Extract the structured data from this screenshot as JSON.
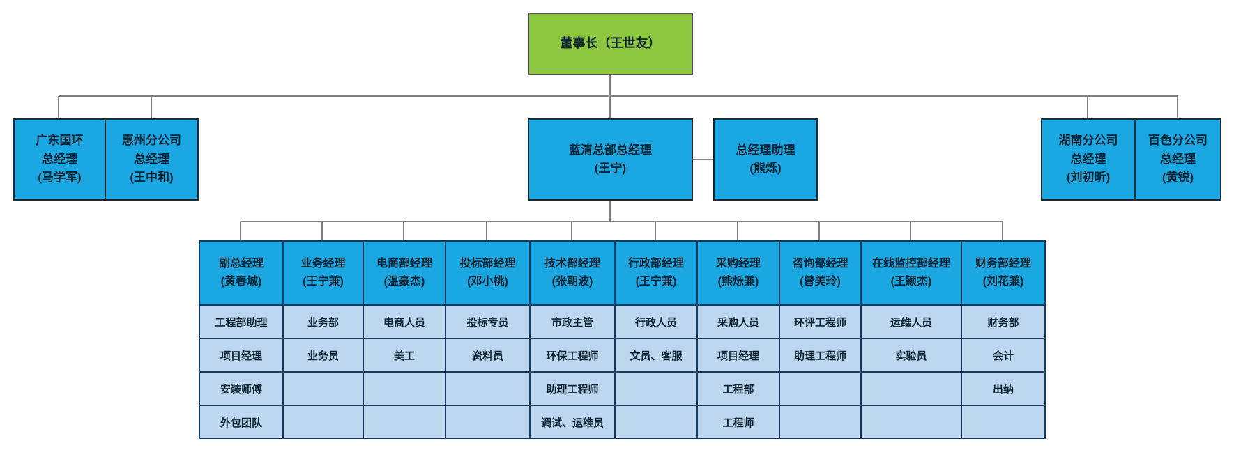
{
  "org": {
    "chairman": "董事长（王世友）",
    "level2": {
      "left": [
        "广东国环\n总经理\n(马学军)",
        "惠州分公司\n总经理\n(王中和)"
      ],
      "headquarters": "蓝清总部总经理\n(王宁)",
      "assistant": "总经理助理\n(熊烁)",
      "right": [
        "湖南分公司\n总经理\n(刘初昕)",
        "百色分公司\n总经理\n(黄锐)"
      ]
    },
    "departments": [
      {
        "head": "副总经理\n(黄春城)",
        "rows": [
          "工程部助理",
          "项目经理",
          "安装师傅",
          "外包团队"
        ]
      },
      {
        "head": "业务经理\n(王宁兼)",
        "rows": [
          "业务部",
          "业务员",
          "",
          ""
        ]
      },
      {
        "head": "电商部经理\n(温豪杰)",
        "rows": [
          "电商人员",
          "美工",
          "",
          ""
        ]
      },
      {
        "head": "投标部经理\n(邓小桃)",
        "rows": [
          "投标专员",
          "资料员",
          "",
          ""
        ]
      },
      {
        "head": "技术部经理\n(张朝波)",
        "rows": [
          "市政主管",
          "环保工程师",
          "助理工程师",
          "调试、运维员"
        ]
      },
      {
        "head": "行政部经理\n(王宁兼)",
        "rows": [
          "行政人员",
          "文员、客服",
          "",
          ""
        ]
      },
      {
        "head": "采购经理\n(熊烁兼)",
        "rows": [
          "采购人员",
          "项目经理",
          "工程部",
          "工程师"
        ]
      },
      {
        "head": "咨询部经理\n(曾美玲)",
        "rows": [
          "环评工程师",
          "助理工程师",
          "",
          ""
        ]
      },
      {
        "head": "在线监控部经理\n(王颖杰)",
        "rows": [
          "运维人员",
          "实验员",
          "",
          ""
        ]
      },
      {
        "head": "财务部经理\n(刘花兼)",
        "rows": [
          "财务部",
          "会计",
          "出纳",
          ""
        ]
      }
    ],
    "colors": {
      "chairman_green": "#8dc63f",
      "box_blue": "#1ba7e2",
      "cell_light_blue": "#bdd7ee",
      "table_border": "#17375e",
      "connector_gray": "#7f7f7f"
    }
  }
}
